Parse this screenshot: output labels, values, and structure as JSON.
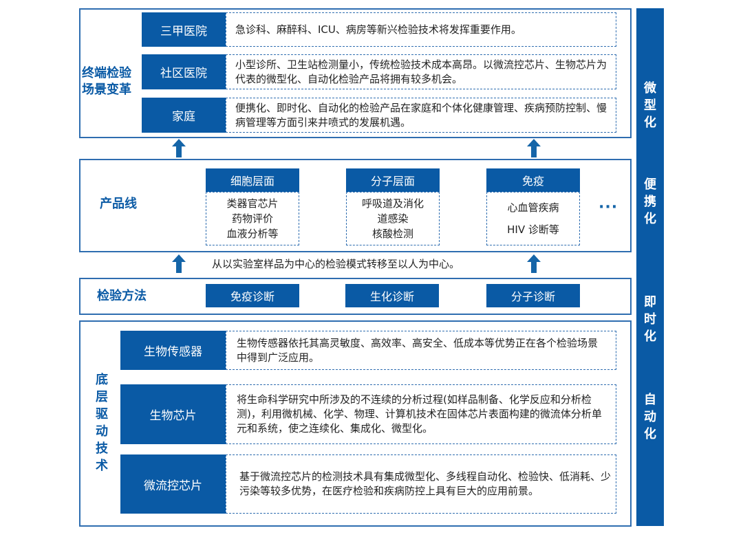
{
  "terminal": {
    "title_lines": [
      "终端检验",
      "场景变革"
    ],
    "rows": [
      {
        "label": "三甲医院",
        "desc": "急诊科、麻醉科、ICU、病房等新兴检验技术将发挥重要作用。"
      },
      {
        "label": "社区医院",
        "desc": "小型诊所、卫生站检测量小，传统检验技术成本高昂。以微流控芯片、生物芯片为代表的微型化、自动化检验产品将拥有较多机会。"
      },
      {
        "label": "家庭",
        "desc": "便携化、即时化、自动化的检验产品在家庭和个体化健康管理、疾病预防控制、慢病管理等方面引来井喷式的发展机遇。"
      }
    ]
  },
  "product_line": {
    "title": "产品线",
    "cards": [
      {
        "header": "细胞层面",
        "lines": [
          "类器官芯片",
          "药物评价",
          "血液分析等"
        ]
      },
      {
        "header": "分子层面",
        "lines": [
          "呼吸道及消化",
          "道感染",
          "核酸检测"
        ]
      },
      {
        "header": "免疫",
        "lines": [
          "心血管疾病",
          "HIV 诊断等"
        ]
      }
    ],
    "ellipsis": "···"
  },
  "shift_note": "从以实验室样品为中心的检验模式转移至以人为中心。",
  "methods": {
    "title": "检验方法",
    "items": [
      "免疫诊断",
      "生化诊断",
      "分子诊断"
    ]
  },
  "base_tech": {
    "title_chars": [
      "底",
      "层",
      "驱",
      "动",
      "技",
      "术"
    ],
    "rows": [
      {
        "label": "生物传感器",
        "desc": "生物传感器依托其高灵敏度、高效率、高安全、低成本等优势正在各个检验场景中得到广泛应用。"
      },
      {
        "label": "生物芯片",
        "desc": "将生命科学研究中所涉及的不连续的分析过程(如样品制备、化学反应和分析检测)，利用微机械、化学、物理、计算机技术在固体芯片表面构建的微流体分析单元和系统，使之连续化、集成化、微型化。"
      },
      {
        "label": "微流控芯片",
        "desc": "基于微流控芯片的检测技术具有集成微型化、多线程自动化、检验快、低消耗、少污染等较多优势，在医疗检验和疾病防控上具有巨大的应用前景。"
      }
    ]
  },
  "side_bar": {
    "groups": [
      {
        "chars": [
          "微",
          "型",
          "化"
        ]
      },
      {
        "chars": [
          "便",
          "携",
          "化"
        ]
      },
      {
        "chars": [
          "即",
          "时",
          "化"
        ]
      },
      {
        "chars": [
          "自",
          "动",
          "化"
        ]
      }
    ]
  },
  "colors": {
    "primary": "#0a5aa5",
    "border": "#2e6db0"
  }
}
